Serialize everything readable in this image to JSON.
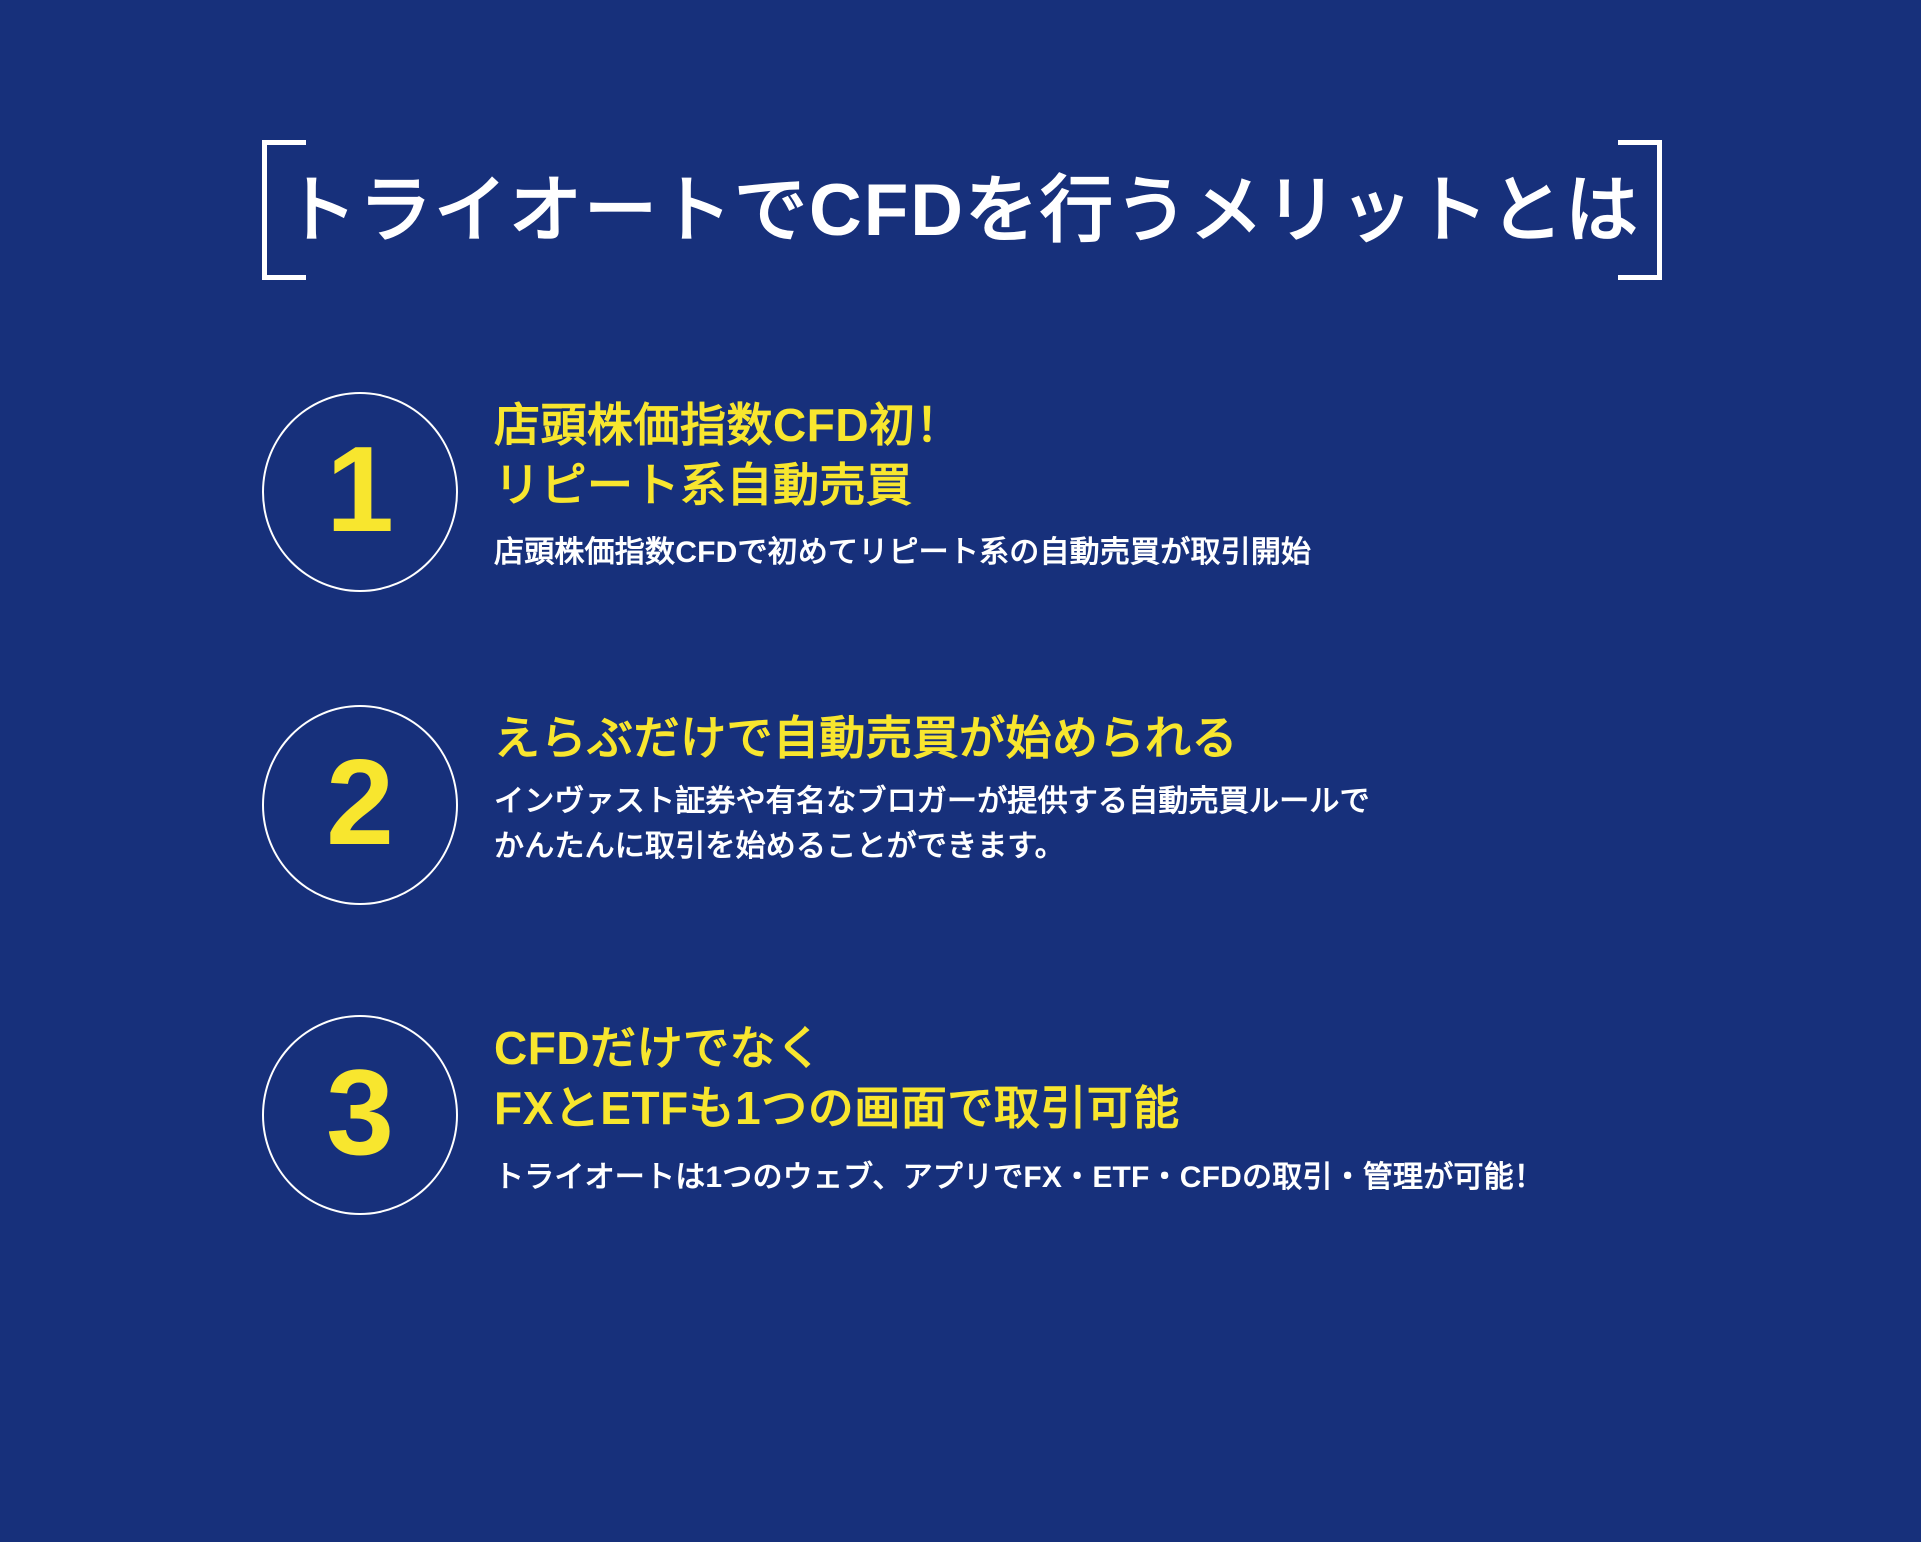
{
  "colors": {
    "background": "#17307b",
    "accent_yellow": "#f8e62e",
    "text_white": "#ffffff"
  },
  "header": {
    "title": "トライオートでCFDを行うメリットとは",
    "bracket_left": "[",
    "bracket_right": "]"
  },
  "benefits": [
    {
      "number": "1",
      "heading_lines": [
        "店頭株価指数CFD初！",
        "リピート系自動売買"
      ],
      "body_lines": [
        "店頭株価指数CFDで初めてリピート系の自動売買が取引開始"
      ]
    },
    {
      "number": "2",
      "heading_lines": [
        "えらぶだけで自動売買が始められる"
      ],
      "body_lines": [
        "インヴァスト証券や有名なブロガーが提供する自動売買ルールで",
        "かんたんに取引を始めることができます。"
      ]
    },
    {
      "number": "3",
      "heading_lines": [
        "CFDだけでなく",
        "FXとETFも1つの画面で取引可能"
      ],
      "body_lines": [
        "トライオートは1つのウェブ、アプリでFX・ETF・CFDの取引・管理が可能！"
      ]
    }
  ]
}
